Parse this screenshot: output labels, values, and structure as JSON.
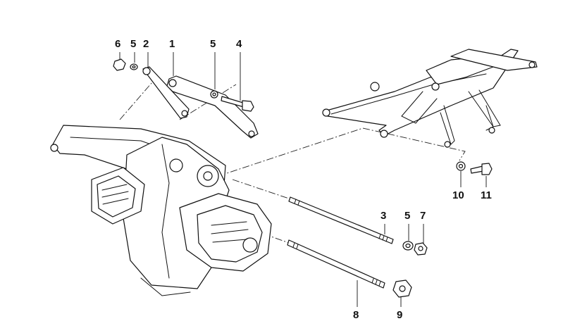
{
  "diagram": {
    "callouts": [
      {
        "id": "c6a",
        "label": "6"
      },
      {
        "id": "c5a",
        "label": "5"
      },
      {
        "id": "c2",
        "label": "2"
      },
      {
        "id": "c1",
        "label": "1"
      },
      {
        "id": "c5b",
        "label": "5"
      },
      {
        "id": "c4",
        "label": "4"
      },
      {
        "id": "c3",
        "label": "3"
      },
      {
        "id": "c5c",
        "label": "5"
      },
      {
        "id": "c7",
        "label": "7"
      },
      {
        "id": "c10",
        "label": "10"
      },
      {
        "id": "c11",
        "label": "11"
      },
      {
        "id": "c8",
        "label": "8"
      },
      {
        "id": "c9",
        "label": "9"
      }
    ],
    "colors": {
      "line": "#111111",
      "background": "#ffffff"
    }
  }
}
